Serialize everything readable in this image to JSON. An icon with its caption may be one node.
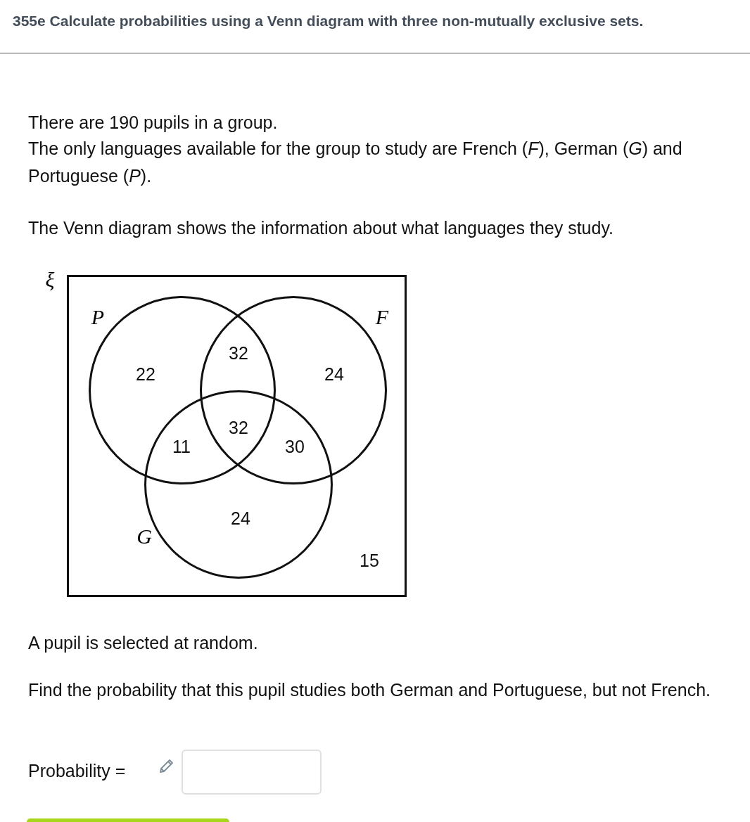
{
  "diagram": {
    "title": "355e Calculate probabilities using a Venn diagram with three non-mutually exclusive sets.",
    "nodes": [
      {
        "text": [
          "ξ",
          "15"
        ]
      },
      {
        "text": [
          "P",
          "22"
        ],
        "in": 0
      },
      {
        "text": [
          "F",
          "24"
        ],
        "in": 0
      },
      {
        "text": [
          "G",
          "24"
        ],
        "in": 0
      }
    ],
    "labels": [
      "There are 190 pupils in a group.",
      "The only languages available for the group to study are French (*F*), German (*G*) and Portuguese (*P*).",
      "The Venn diagram shows the information about what languages they study.",
      "32",
      "32",
      "11",
      "30",
      "A pupil is selected at random.",
      "Find the probability that this pupil studies both German and Portuguese, but not French.",
      "Probability ="
    ]
  }
}
